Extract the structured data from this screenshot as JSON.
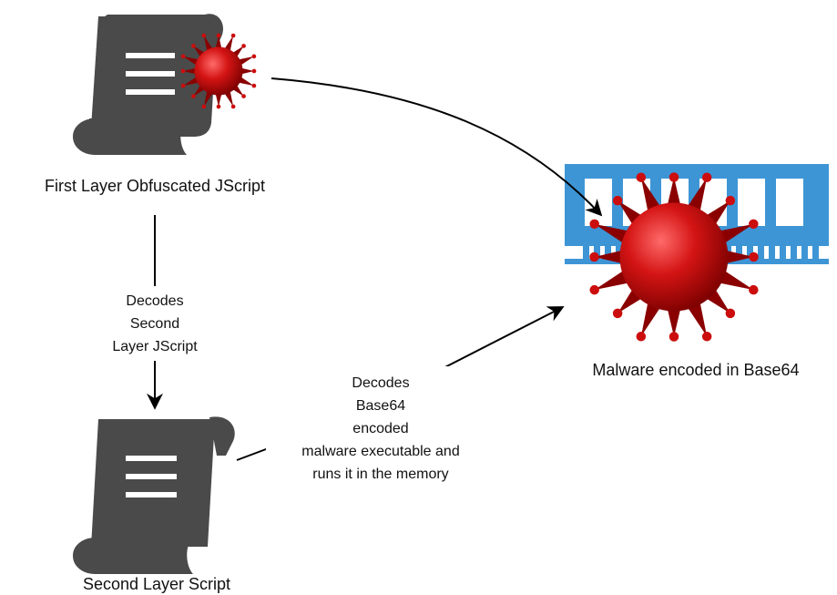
{
  "nodes": {
    "first_layer": {
      "label": "First Layer Obfuscated JScript",
      "icon": "script-scroll-icon",
      "badge": "virus-icon"
    },
    "second_layer": {
      "label": "Second Layer Script",
      "icon": "script-scroll-icon"
    },
    "memory": {
      "label": "Malware encoded in Base64",
      "icon": "memory-ram-icon",
      "badge": "virus-icon"
    }
  },
  "edges": {
    "first_to_second": {
      "lines": [
        "Decodes",
        "Second",
        "Layer JScript"
      ]
    },
    "second_to_memory": {
      "lines": [
        "Decodes",
        "Base64",
        "encoded",
        "malware executable and",
        "runs it in the memory"
      ]
    },
    "first_to_memory": {
      "label": ""
    }
  },
  "colors": {
    "scroll": "#4a4a4a",
    "ram": "#3d95d6",
    "virus": "#cc0d0d",
    "virus_dark": "#8a0000",
    "virus_light": "#ff6a6a",
    "arrow": "#000000"
  }
}
